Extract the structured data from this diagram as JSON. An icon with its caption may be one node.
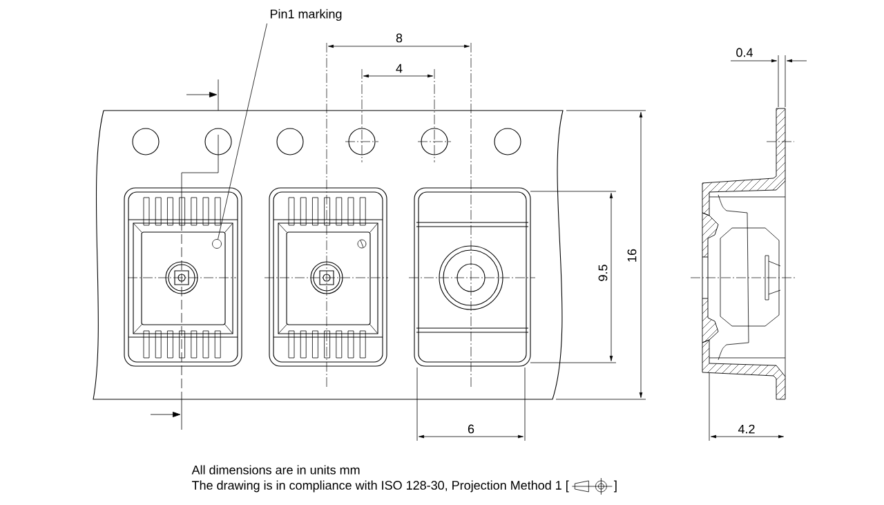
{
  "diagram": {
    "nodes": [
      {
        "text": [
          "Pin1 marking"
        ]
      },
      {
        "text": [],
        "shape": "circle"
      }
    ],
    "edges": [
      {
        "from": 0,
        "to": 1,
        "arrow": "none"
      }
    ],
    "labels": [
      "8",
      "4",
      "0.4",
      "16",
      "9.5",
      "6",
      "4.2",
      "All dimensions are in units mm",
      "The drawing is in compliance with ISO 128-30, Projection Method 1 [",
      "]"
    ]
  }
}
